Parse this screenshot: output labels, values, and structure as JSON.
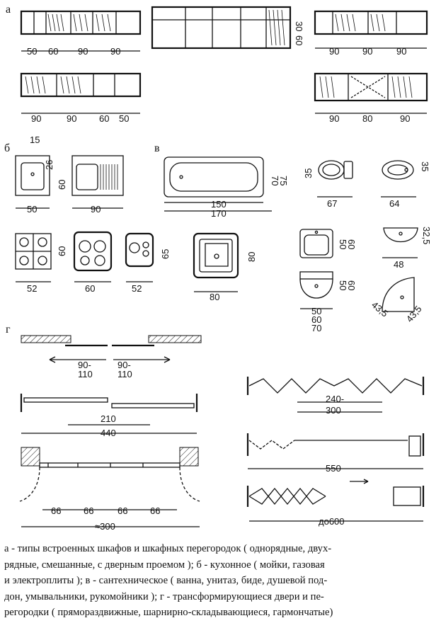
{
  "sections": {
    "a": "а",
    "b": "б",
    "v": "в",
    "g": "г"
  },
  "row_a1": {
    "left_dims": [
      "50",
      "60",
      "90",
      "90"
    ],
    "mid_dims_right": [
      "30",
      "60"
    ],
    "right_dims": [
      "90",
      "90",
      "90"
    ]
  },
  "row_a2": {
    "left_dims": [
      "90",
      "90",
      "60",
      "50"
    ],
    "right_dims": [
      "90",
      "80",
      "90"
    ]
  },
  "kitchen": {
    "sink_small": {
      "w": "50",
      "d": "60",
      "top": "15",
      "side": "26"
    },
    "sink_combo": {
      "w": "90"
    },
    "stove_gas": {
      "w": "52",
      "d": "60"
    },
    "stove_elec": {
      "w": "60"
    },
    "stove_small": {
      "w": "52",
      "d": "65"
    }
  },
  "sanitary": {
    "bath": {
      "len1": "150",
      "len2": "170",
      "h1": "70",
      "h2": "75"
    },
    "toilet": {
      "w": "67",
      "d": "35"
    },
    "bidet": {
      "w": "64",
      "d": "35"
    },
    "shower_tray": {
      "w": "80",
      "d": "80"
    },
    "sink_sq": {
      "h1": "50",
      "h2": "60"
    },
    "sink_rnd": {
      "h1": "50",
      "h2": "60",
      "w": [
        "50",
        "60",
        "70"
      ]
    },
    "handbasin": {
      "w": "48",
      "d": "32,5"
    },
    "corner": {
      "a": "43,5",
      "b": "43,5"
    }
  },
  "doors": {
    "top": {
      "left": "90-\n110",
      "right": "90-\n110",
      "left_a": "90-",
      "left_b": "110",
      "right_a": "90-",
      "right_b": "110"
    },
    "middle": {
      "inner": "210",
      "outer": "440"
    },
    "swing": {
      "segs": [
        "66",
        "66",
        "66",
        "66"
      ],
      "total": "≈300"
    },
    "zigzag": {
      "a": "240-",
      "b": "300"
    },
    "fold": {
      "w": "550"
    },
    "accordion": {
      "w": "до600"
    }
  },
  "caption": [
    "а - типы встроенных шкафов и шкафных перегородок ( однорядные, двух-",
    "рядные, смешанные, с дверным проемом ); б - кухонное ( мойки, газовая",
    "и электроплиты ); в - сантехническое ( ванна, унитаз, биде, душевой под-",
    "дон, умывальники, рукомойники ); г - трансформирующиеся двери и пе-",
    "регородки ( прямораздвижные, шарнирно-складывающиеся, гармончатые)"
  ]
}
